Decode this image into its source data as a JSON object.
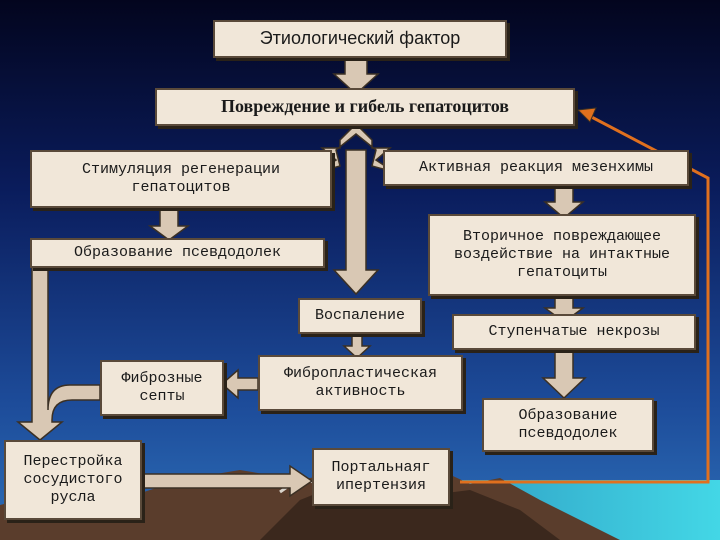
{
  "nodes": {
    "etiology": "Этиологический фактор",
    "damage": "Повреждение и гибель гепатоцитов",
    "stim_regen": "Стимуляция регенерации\nгепатоцитов",
    "mesench": "Активная реакция мезенхимы",
    "pseudolobules_left": "Образование псевдодолек",
    "secondary": "Вторичное повреждающее\nвоздействие на интактные\nгепатоциты",
    "inflammation": "Воспаление",
    "stepped_necrosis": "Ступенчатые некрозы",
    "fibrous_septa": "Фиброзные\nсепты",
    "fibroplastic": "Фибропластическая\nактивность",
    "pseudolobules_right": "Образование\nпсевдодолек",
    "restructuring": "Перестройка\nсосудистого\nрусла",
    "portal_htn": "Портальнаяг\nипертензия"
  },
  "colors": {
    "box_fill": "#f1e7d9",
    "arrow_fill": "#d9c8b4",
    "feedback_arrow": "#e0701e"
  }
}
